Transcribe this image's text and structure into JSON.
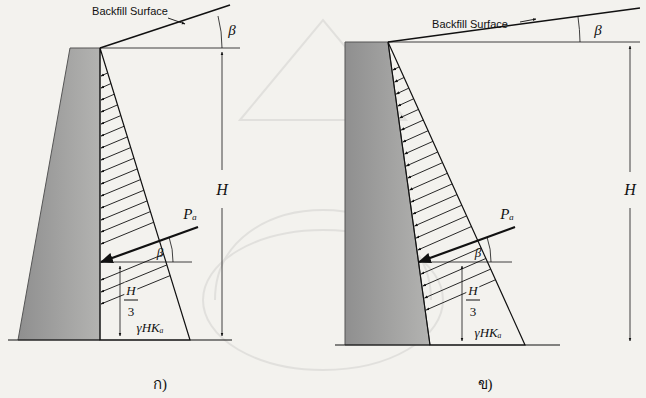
{
  "diagram": {
    "labels": [
      "Backfill Surface",
      "β",
      "H",
      "Pₐ",
      "β",
      "H",
      "3",
      "γHKₐ",
      "ก)",
      "Backfill Surface",
      "β",
      "H",
      "Pₐ",
      "β",
      "H",
      "3",
      "γHKₐ",
      "ข)"
    ]
  }
}
